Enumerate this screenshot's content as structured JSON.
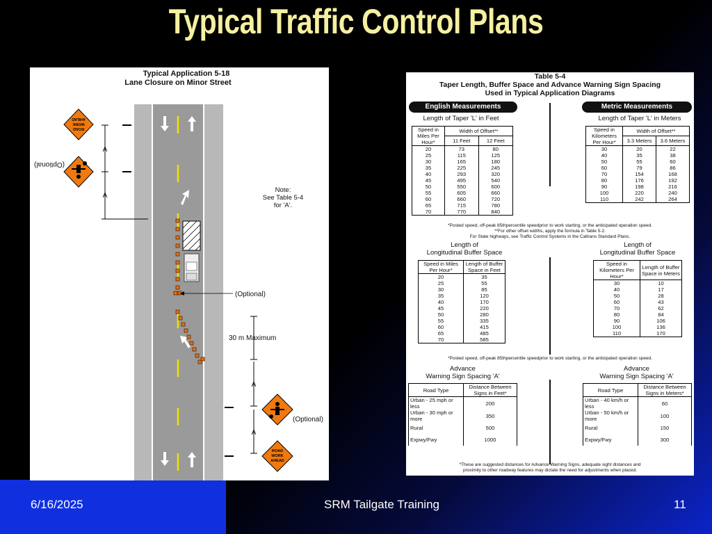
{
  "title": "Typical Traffic Control Plans",
  "footer": {
    "date": "6/16/2025",
    "center": "SRM Tailgate Training",
    "page": "11"
  },
  "diagram": {
    "heading1": "Typical Application 5-18",
    "heading2": "Lane Closure on Minor Street",
    "optional_label": "(Optional)",
    "a_label": "A",
    "note1": "Note:",
    "note2": "See Table 5-4",
    "note3": "for 'A'.",
    "max_label": "30 m Maximum",
    "sign_road": "ROAD",
    "sign_work": "WORK",
    "sign_ahead": "AHEAD"
  },
  "table": {
    "heading1": "Table 5-4",
    "heading2": "Taper Length, Buffer Space and Advance Warning Sign Spacing",
    "heading3": "Used in Typical Application Diagrams",
    "english_pill": "English Measurements",
    "metric_pill": "Metric Measurements",
    "taper": {
      "english_title": "Length of Taper 'L' in Feet",
      "metric_title": "Length of Taper 'L' in Meters",
      "english_head": {
        "speed": "Speed in Miles Per Hour*",
        "offset": "Width of Offset**",
        "c1": "11 Feet",
        "c2": "12 Feet"
      },
      "metric_head": {
        "speed": "Speed in Kilometers Per Hour*",
        "offset": "Width of Offset**",
        "c1": "3.3 Meters",
        "c2": "3.6 Meters"
      },
      "english_rows": [
        [
          "20",
          "73",
          "80"
        ],
        [
          "25",
          "115",
          "125"
        ],
        [
          "30",
          "165",
          "180"
        ],
        [
          "35",
          "225",
          "245"
        ],
        [
          "40",
          "293",
          "320"
        ],
        [
          "45",
          "495",
          "540"
        ],
        [
          "50",
          "550",
          "600"
        ],
        [
          "55",
          "605",
          "660"
        ],
        [
          "60",
          "660",
          "720"
        ],
        [
          "65",
          "715",
          "780"
        ],
        [
          "70",
          "770",
          "840"
        ]
      ],
      "metric_rows": [
        [
          "30",
          "20",
          "22"
        ],
        [
          "40",
          "35",
          "38"
        ],
        [
          "50",
          "55",
          "60"
        ],
        [
          "60",
          "79",
          "86"
        ],
        [
          "70",
          "154",
          "168"
        ],
        [
          "80",
          "176",
          "192"
        ],
        [
          "90",
          "198",
          "216"
        ],
        [
          "100",
          "220",
          "240"
        ],
        [
          "110",
          "242",
          "264"
        ]
      ],
      "note1": "*Posted speed, off-peak 85thpercentile speedprior to work starting, or the anticipated operation speed.",
      "note2": "**For other offset widths, apply the formula in Table 5-2.",
      "note3": "For State highways, see Traffic Control Systems in the Caltrans Standard Plans."
    },
    "buffer": {
      "english_title1": "Length of",
      "english_title2": "Longitudinal Buffer Space",
      "metric_title1": "Length of",
      "metric_title2": "Longitudinal Buffer Space",
      "english_head": {
        "speed": "Speed in Miles Per Hour*",
        "len": "Length of Buffer Space in Feet"
      },
      "metric_head": {
        "speed": "Speed in Kilometers Per Hour*",
        "len": "Length of Buffer Space in Meters"
      },
      "english_rows": [
        [
          "20",
          "35"
        ],
        [
          "25",
          "55"
        ],
        [
          "30",
          "85"
        ],
        [
          "35",
          "120"
        ],
        [
          "40",
          "170"
        ],
        [
          "45",
          "220"
        ],
        [
          "50",
          "280"
        ],
        [
          "55",
          "335"
        ],
        [
          "60",
          "415"
        ],
        [
          "65",
          "485"
        ],
        [
          "70",
          "585"
        ]
      ],
      "metric_rows": [
        [
          "30",
          "10"
        ],
        [
          "40",
          "17"
        ],
        [
          "50",
          "28"
        ],
        [
          "60",
          "43"
        ],
        [
          "70",
          "62"
        ],
        [
          "80",
          "84"
        ],
        [
          "90",
          "106"
        ],
        [
          "100",
          "136"
        ],
        [
          "110",
          "170"
        ]
      ],
      "note": "*Posted speed, off-peak 85thpercentile speedprior to work starting, or the anticipated operation speed."
    },
    "warning": {
      "english_title1": "Advance",
      "english_title2": "Warning Sign Spacing 'A'",
      "metric_title1": "Advance",
      "metric_title2": "Warning Sign Spacing 'A'",
      "english_head": {
        "type": "Road Type",
        "dist": "Distance Between Signs in Feet*"
      },
      "metric_head": {
        "type": "Road Type",
        "dist": "Distance Between Signs in Meters*"
      },
      "english_rows": [
        [
          "Urban - 25 mph or less",
          "200"
        ],
        [
          "Urban - 30 mph or more",
          "350"
        ],
        [
          "Rural",
          "500"
        ],
        [
          "Expwy/Fwy",
          "1000"
        ]
      ],
      "metric_rows": [
        [
          "Urban - 40 km/h or less",
          "60"
        ],
        [
          "Urban - 50 km/h or more",
          "100"
        ],
        [
          "Rural",
          "150"
        ],
        [
          "Expwy/Fwy",
          "300"
        ]
      ],
      "note1": "*These are suggested distances for Advance Warning Signs, adequate sight distances and",
      "note2": "proximity to other roadway features may dictate the need for adjustments when placed."
    }
  }
}
